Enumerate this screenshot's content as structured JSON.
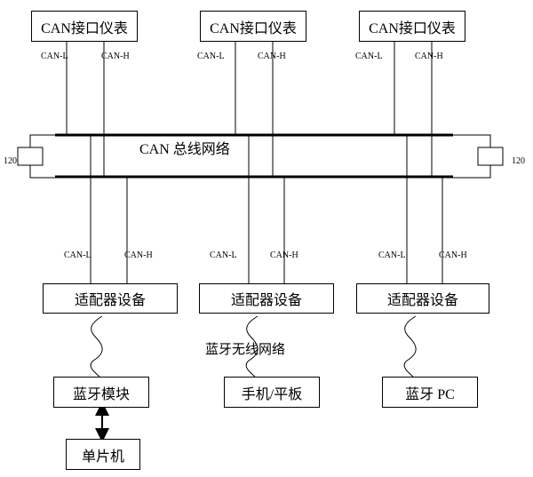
{
  "instruments": [
    {
      "label": "CAN接口仪表",
      "can_l": "CAN-L",
      "can_h": "CAN-H"
    },
    {
      "label": "CAN接口仪表",
      "can_l": "CAN-L",
      "can_h": "CAN-H"
    },
    {
      "label": "CAN接口仪表",
      "can_l": "CAN-L",
      "can_h": "CAN-H"
    }
  ],
  "bus": {
    "label": "CAN 总线网络",
    "left_resistor": "120",
    "right_resistor": "120"
  },
  "adapters": [
    {
      "label": "适配器设备",
      "can_l": "CAN-L",
      "can_h": "CAN-H"
    },
    {
      "label": "适配器设备",
      "can_l": "CAN-L",
      "can_h": "CAN-H"
    },
    {
      "label": "适配器设备",
      "can_l": "CAN-L",
      "can_h": "CAN-H"
    }
  ],
  "wireless_label": "蓝牙无线网络",
  "devices": [
    {
      "label": "蓝牙模块"
    },
    {
      "label": "手机/平板"
    },
    {
      "label": "蓝牙 PC"
    }
  ],
  "mcu": {
    "label": "单片机"
  }
}
